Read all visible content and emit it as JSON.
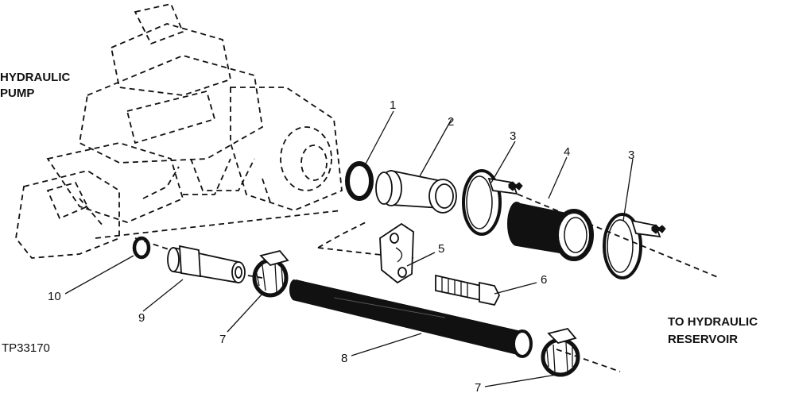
{
  "labels": {
    "pump_line1": "HYDRAULIC",
    "pump_line2": "PUMP",
    "reservoir_line1": "TO HYDRAULIC",
    "reservoir_line2": "RESERVOIR",
    "figure_code": "TP33170"
  },
  "callouts": {
    "c1": "1",
    "c2": "2",
    "c3a": "3",
    "c3b": "3",
    "c4": "4",
    "c5": "5",
    "c6": "6",
    "c7a": "7",
    "c7b": "7",
    "c8": "8",
    "c9": "9",
    "c10": "10"
  }
}
